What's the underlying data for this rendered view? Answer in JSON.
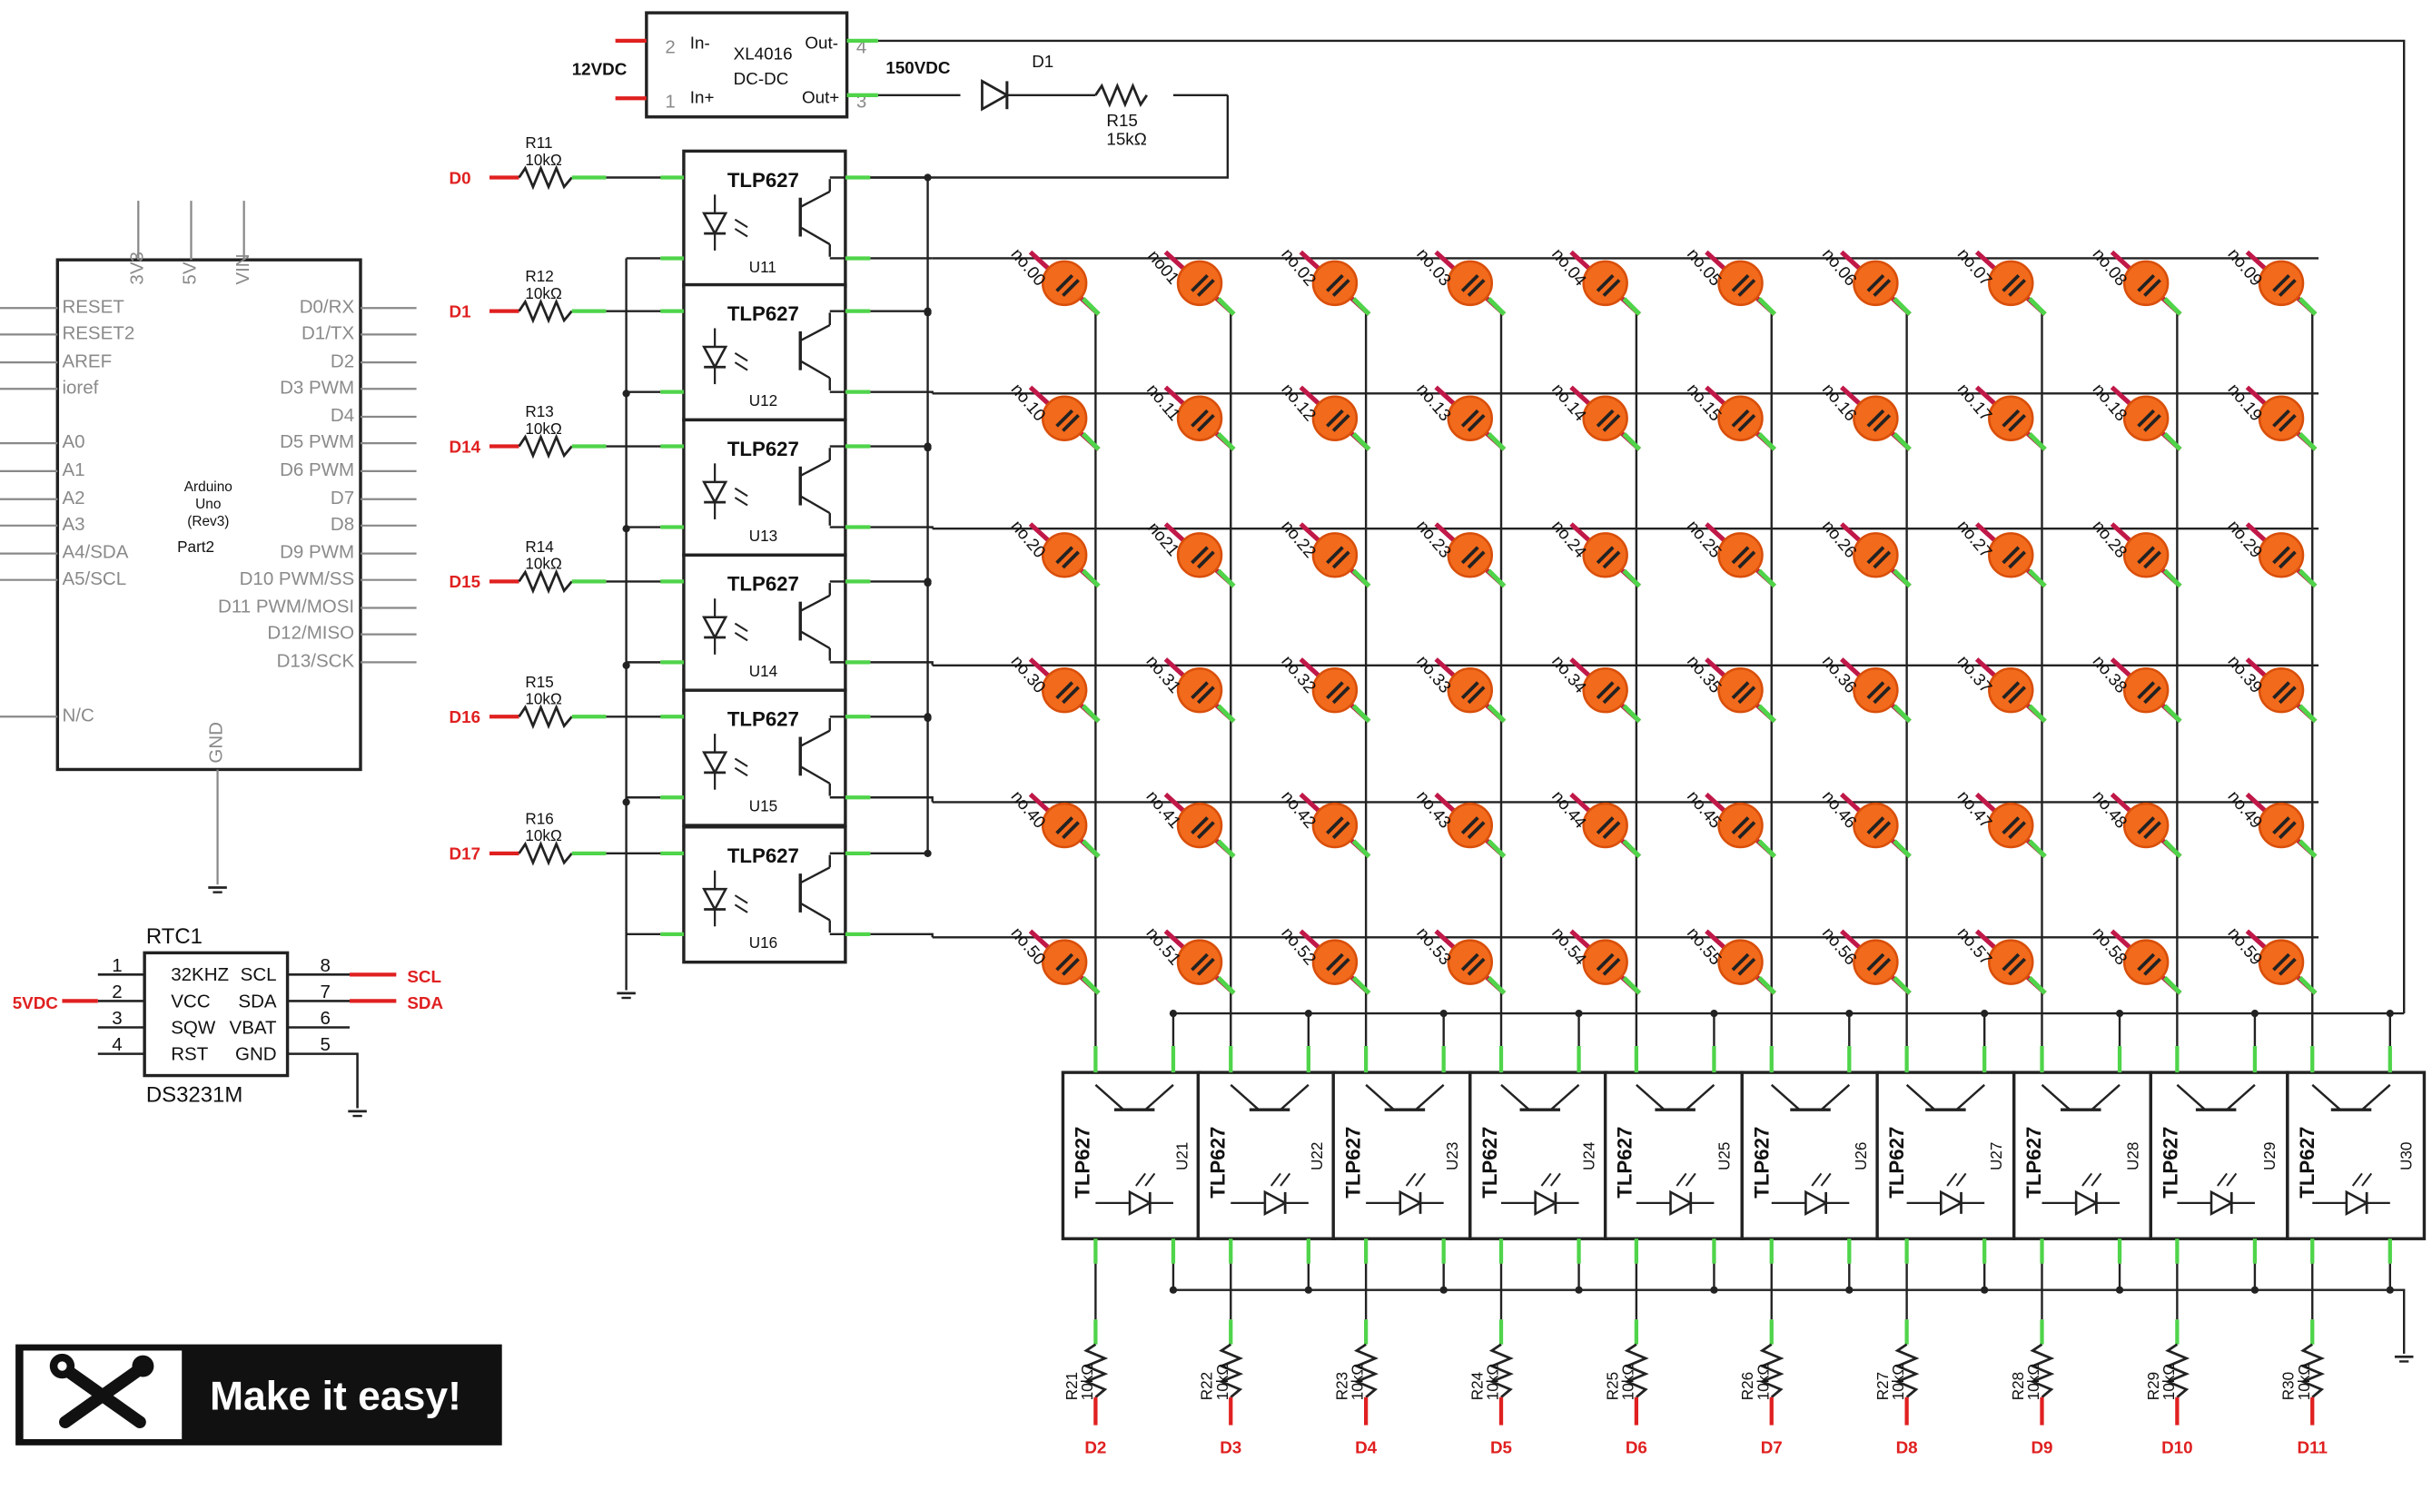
{
  "colors": {
    "wire": "#222222",
    "pinGreen": "#4fd44a",
    "pinRed": "#e02020",
    "tube": "#f26a1b",
    "tubeStroke": "#d94f0a",
    "logoBg": "#111111"
  },
  "power": {
    "in_label": "12VDC",
    "converter": {
      "name": "XL4016",
      "sub": "DC-DC",
      "pins": [
        "In-",
        "In+",
        "Out-",
        "Out+"
      ],
      "pin_numbers": [
        "2",
        "1",
        "4",
        "3"
      ]
    },
    "out_label": "150VDC",
    "diode": "D1",
    "resistor": {
      "ref": "R15",
      "value": "15kΩ"
    }
  },
  "arduino": {
    "name": [
      "Arduino",
      "Uno",
      "(Rev3)"
    ],
    "part": "Part2",
    "top_pins": [
      "3V3",
      "5V",
      "VIN"
    ],
    "bottom_pin": "GND",
    "left_pins": [
      "RESET",
      "RESET2",
      "AREF",
      "ioref",
      "A0",
      "A1",
      "A2",
      "A3",
      "A4/SDA",
      "A5/SCL",
      "N/C"
    ],
    "right_pins": [
      "D0/RX",
      "D1/TX",
      "D2",
      "D3 PWM",
      "D4",
      "D5 PWM",
      "D6 PWM",
      "D7",
      "D8",
      "D9 PWM",
      "D10 PWM/SS",
      "D11 PWM/MOSI",
      "D12/MISO",
      "D13/SCK"
    ]
  },
  "rtc": {
    "ref": "RTC1",
    "chip": "DS3231M",
    "left": [
      {
        "num": "1",
        "name": "32KHZ"
      },
      {
        "num": "2",
        "name": "VCC"
      },
      {
        "num": "3",
        "name": "SQW"
      },
      {
        "num": "4",
        "name": "RST"
      }
    ],
    "right": [
      {
        "num": "8",
        "name": "SCL"
      },
      {
        "num": "7",
        "name": "SDA"
      },
      {
        "num": "6",
        "name": "VBAT"
      },
      {
        "num": "5",
        "name": "GND"
      }
    ],
    "vcc_label": "5VDC",
    "scl_label": "SCL",
    "sda_label": "SDA"
  },
  "row_drivers": [
    {
      "res": "R11",
      "val": "10kΩ",
      "pin": "D0",
      "ic": "U11"
    },
    {
      "res": "R12",
      "val": "10kΩ",
      "pin": "D1",
      "ic": "U12"
    },
    {
      "res": "R13",
      "val": "10kΩ",
      "pin": "D14",
      "ic": "U13"
    },
    {
      "res": "R14",
      "val": "10kΩ",
      "pin": "D15",
      "ic": "U14"
    },
    {
      "res": "R15",
      "val": "10kΩ",
      "pin": "D16",
      "ic": "U15"
    },
    {
      "res": "R16",
      "val": "10kΩ",
      "pin": "D17",
      "ic": "U16"
    }
  ],
  "opto_part": "TLP627",
  "col_drivers": [
    {
      "ic": "U21",
      "res": "R21",
      "val": "10kΩ",
      "pin": "D2"
    },
    {
      "ic": "U22",
      "res": "R22",
      "val": "10kΩ",
      "pin": "D3"
    },
    {
      "ic": "U23",
      "res": "R23",
      "val": "10kΩ",
      "pin": "D4"
    },
    {
      "ic": "U24",
      "res": "R24",
      "val": "10kΩ",
      "pin": "D5"
    },
    {
      "ic": "U25",
      "res": "R25",
      "val": "10kΩ",
      "pin": "D6"
    },
    {
      "ic": "U26",
      "res": "R26",
      "val": "10kΩ",
      "pin": "D7"
    },
    {
      "ic": "U27",
      "res": "R27",
      "val": "10kΩ",
      "pin": "D8"
    },
    {
      "ic": "U28",
      "res": "R28",
      "val": "10kΩ",
      "pin": "D9"
    },
    {
      "ic": "U29",
      "res": "R29",
      "val": "10kΩ",
      "pin": "D10"
    },
    {
      "ic": "U30",
      "res": "R30",
      "val": "10kΩ",
      "pin": "D11"
    }
  ],
  "tube_labels": [
    [
      "no.00",
      "no01",
      "no.02",
      "no.03",
      "no.04",
      "no.05",
      "no.06",
      "no.07",
      "no.08",
      "no.09"
    ],
    [
      "no.10",
      "no.11",
      "no.12",
      "no.13",
      "no.14",
      "no.15",
      "no.16",
      "no.17",
      "no.18",
      "no.19"
    ],
    [
      "no.20",
      "no21",
      "no.22",
      "no.23",
      "no.24",
      "no.25",
      "no.26",
      "no.27",
      "no.28",
      "no.29"
    ],
    [
      "no.30",
      "no.31",
      "no.32",
      "no.33",
      "no.34",
      "no.35",
      "no.36",
      "no.37",
      "no.38",
      "no.39"
    ],
    [
      "no.40",
      "no.41",
      "no.42",
      "no.43",
      "no.44",
      "no.45",
      "no.46",
      "no.47",
      "no.48",
      "no.49"
    ],
    [
      "no.50",
      "no.51",
      "no.52",
      "no.53",
      "no.54",
      "no.55",
      "no.56",
      "no.57",
      "no.58",
      "no.59"
    ]
  ],
  "logo": {
    "text": "Make it easy!",
    "icon": "wrench-screwdriver-icon"
  }
}
